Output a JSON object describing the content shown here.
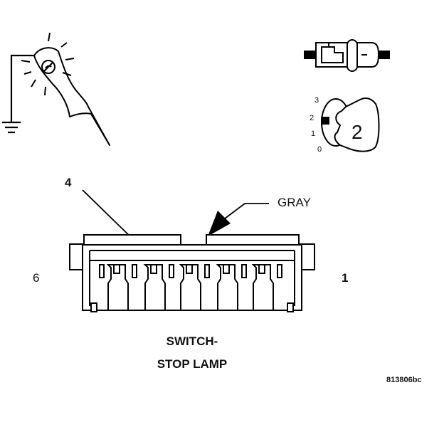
{
  "labels": {
    "callout_number": "4",
    "wire_color": "GRAY",
    "pin_left": "6",
    "pin_right": "1",
    "title_line1": "SWITCH-",
    "title_line2": "STOP LAMP",
    "figure_id": "813806bc"
  },
  "key_icon": {
    "positions": [
      "3",
      "2",
      "1",
      "0"
    ],
    "key_number": "2"
  },
  "icons": [
    "test-light-probe-icon",
    "ground-symbol-icon",
    "connector-icon",
    "ignition-key-icon"
  ],
  "colors": {
    "line": "#000000",
    "background": "#ffffff"
  }
}
